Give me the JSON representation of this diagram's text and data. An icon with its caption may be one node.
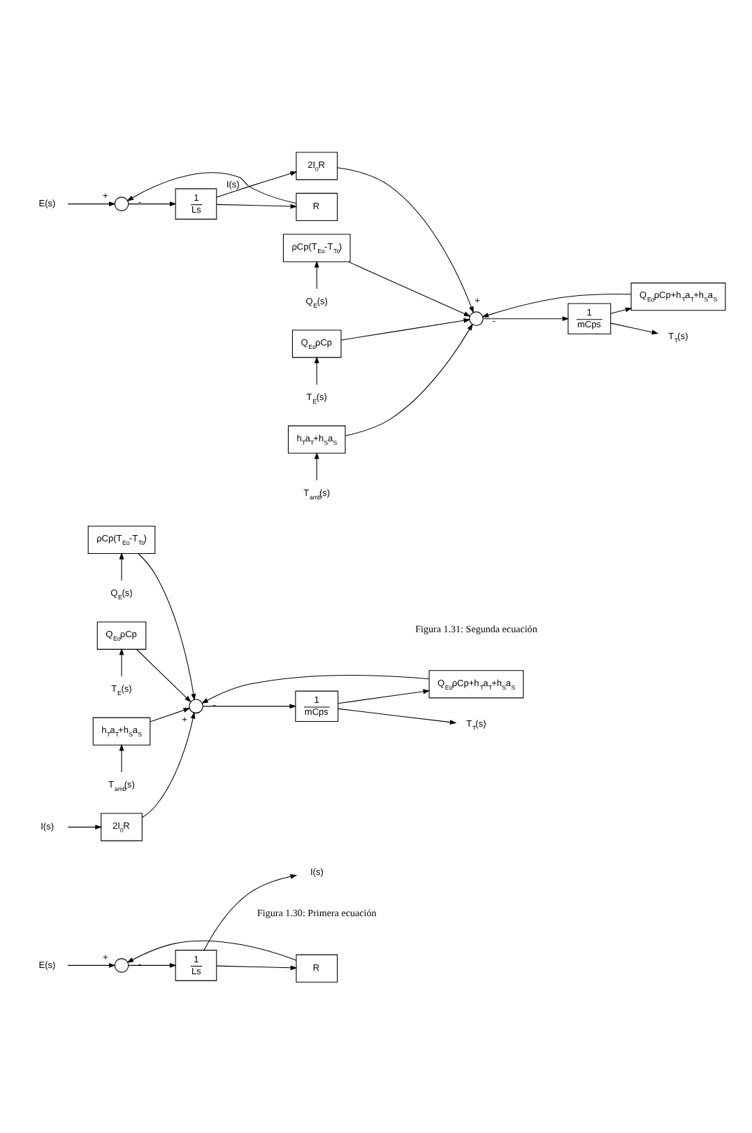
{
  "diagram": {
    "nodes": [
      {
        "text": [
          "E(s)"
        ]
      },
      {
        "text": [],
        "shape": "circle"
      },
      {
        "text": [
          "1",
          "Ls"
        ]
      },
      {
        "text": [
          "R"
        ]
      },
      {
        "text": [
          "I(s)"
        ]
      },
      {
        "text": [
          "Q$_{E}$(s)"
        ]
      },
      {
        "text": [
          "T$_{E}$(s)"
        ]
      },
      {
        "text": [
          "T$_{amb}$(s)"
        ]
      },
      {
        "text": [
          "ρCp(T$_{Eo}$-T$_{To}$)"
        ]
      },
      {
        "text": [
          "Q$_{Eo}$ρCp"
        ]
      },
      {
        "text": [
          "h$_{T}$a$_{T}$+h$_{S}$a$_{S}$"
        ]
      },
      {
        "text": [
          "I(s)"
        ]
      },
      {
        "text": [
          "2I$_{0}$R"
        ]
      },
      {
        "text": [],
        "shape": "circle"
      },
      {
        "text": [
          "1",
          "mCps"
        ]
      },
      {
        "text": [
          "T$_{T}$(s)"
        ]
      },
      {
        "text": [
          "Q$_{Eo}$ρCp+h$_{T}$a$_{T}$+h$_{S}$a$_{S}$"
        ]
      },
      {
        "text": [
          "E(s)"
        ]
      },
      {
        "text": [],
        "shape": "circle"
      },
      {
        "text": [
          "1",
          "Ls"
        ]
      },
      {
        "text": [
          "R"
        ]
      },
      {
        "text": [
          "Q$_{E}$(s)"
        ]
      },
      {
        "text": [
          "T$_{E}$(s)"
        ]
      },
      {
        "text": [
          "T$_{amb}$(s)"
        ]
      },
      {
        "text": [
          "ρCp(T$_{Eo}$-T$_{To}$)"
        ]
      },
      {
        "text": [
          "Q$_{Eo}$ρCp"
        ]
      },
      {
        "text": [
          "h$_{T}$a$_{T}$+h$_{S}$a$_{S}$"
        ]
      },
      {
        "text": [
          "2I$_{0}$R"
        ]
      },
      {
        "text": [],
        "shape": "circle"
      },
      {
        "text": [
          "1",
          "mCps"
        ]
      },
      {
        "text": [
          "T$_{T}$(s)"
        ]
      },
      {
        "text": [
          "Q$_{Eo}$ρCp+h$_{T}$a$_{T}$+h$_{S}$a$_{S}$"
        ]
      }
    ],
    "edges": [
      {
        "from": 0,
        "to": 1,
        "arrow": "to",
        "label": "+"
      },
      {
        "from": 1,
        "to": 2,
        "arrow": "to"
      },
      {
        "from": 2,
        "to": 4,
        "arrow": "to"
      },
      {
        "from": 2,
        "to": 3,
        "arrow": "to"
      },
      {
        "from": 3,
        "to": 1,
        "arrow": "to",
        "label": "-"
      },
      {
        "from": 5,
        "to": 8,
        "arrow": "to"
      },
      {
        "from": 6,
        "to": 9,
        "arrow": "to"
      },
      {
        "from": 7,
        "to": 10,
        "arrow": "to"
      },
      {
        "from": 8,
        "to": 13,
        "arrow": "to"
      },
      {
        "from": 9,
        "to": 13,
        "arrow": "to"
      },
      {
        "from": 10,
        "to": 13,
        "arrow": "to"
      },
      {
        "from": 11,
        "to": 12,
        "arrow": "to"
      },
      {
        "from": 12,
        "to": 13,
        "arrow": "to",
        "label": "+"
      },
      {
        "from": 13,
        "to": 14,
        "arrow": "to"
      },
      {
        "from": 14,
        "to": 15,
        "arrow": "to"
      },
      {
        "from": 14,
        "to": 16,
        "arrow": "to"
      },
      {
        "from": 16,
        "to": 13,
        "arrow": "to",
        "label": "-"
      },
      {
        "from": 17,
        "to": 18,
        "arrow": "to",
        "label": "+"
      },
      {
        "from": 18,
        "to": 19,
        "arrow": "to"
      },
      {
        "from": 19,
        "to": 27,
        "arrow": "to",
        "label": "I(s)"
      },
      {
        "from": 19,
        "to": 20,
        "arrow": "to"
      },
      {
        "from": 20,
        "to": 18,
        "arrow": "to",
        "label": "-"
      },
      {
        "from": 21,
        "to": 24,
        "arrow": "to"
      },
      {
        "from": 22,
        "to": 25,
        "arrow": "to"
      },
      {
        "from": 23,
        "to": 26,
        "arrow": "to"
      },
      {
        "from": 24,
        "to": 28,
        "arrow": "to"
      },
      {
        "from": 25,
        "to": 28,
        "arrow": "to"
      },
      {
        "from": 26,
        "to": 28,
        "arrow": "to"
      },
      {
        "from": 27,
        "to": 28,
        "arrow": "to",
        "label": "+"
      },
      {
        "from": 28,
        "to": 29,
        "arrow": "to"
      },
      {
        "from": 29,
        "to": 30,
        "arrow": "to"
      },
      {
        "from": 29,
        "to": 31,
        "arrow": "to"
      },
      {
        "from": 31,
        "to": 28,
        "arrow": "to",
        "label": "-"
      }
    ],
    "labels": [
      "Figura 1.30: Primera ecuación",
      "Figura 1.31: Segunda ecuación"
    ]
  }
}
